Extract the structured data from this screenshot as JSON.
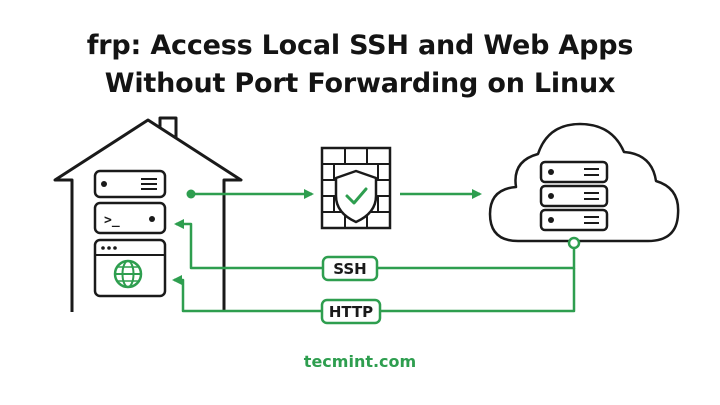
{
  "title": {
    "line1": "frp: Access Local SSH and Web Apps",
    "line2": "Without Port Forwarding on Linux"
  },
  "connections": {
    "ssh_label": "SSH",
    "http_label": "HTTP"
  },
  "terminal_prompt": ">_",
  "footer": "tecmint.com",
  "colors": {
    "accent": "#2e9e4f",
    "outline": "#1a1a1a",
    "text": "#141414"
  },
  "icons": [
    "house-icon",
    "server-icon",
    "terminal-icon",
    "browser-icon",
    "globe-icon",
    "firewall-icon",
    "shield-check-icon",
    "cloud-icon",
    "server-rack-icon"
  ]
}
